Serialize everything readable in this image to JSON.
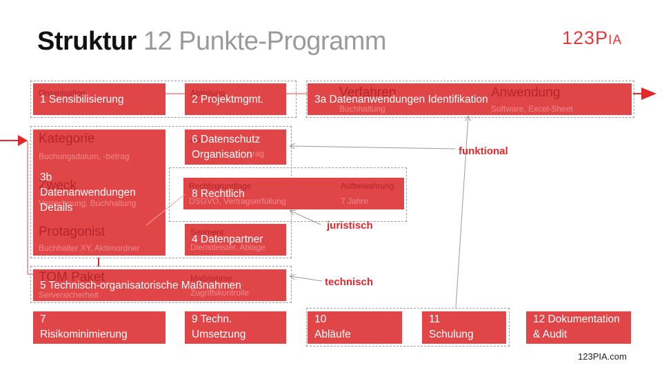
{
  "title": {
    "bold": "Struktur",
    "light": "12 Punkte-Programm"
  },
  "logo": {
    "main": "123P",
    "small": "IA"
  },
  "footer": "123PIA.com",
  "boxes": {
    "b1": "1 Sensibilisierung",
    "b2": "2 Projektmgmt.",
    "b3a": "3a Datenanwendungen Identifikation",
    "b3b": "3b\nDatenanwendungen\nDetails",
    "b6": "6 Datenschutz\nOrganisation",
    "b8": "8 Rechtlich",
    "b4": "4 Datenpartner",
    "b5": "5 Technisch-organisatorische Maßnahmen",
    "b7": "7\nRisikominimierung",
    "b9": "9 Techn.\nUmsetzung",
    "b10": "10\nAbläufe",
    "b11": "11\nSchulung",
    "b12": "12 Dokumentation\n& Audit"
  },
  "background": {
    "organisation": "Organisation",
    "abteilung": "Abteilung",
    "verfahren": "Verfahren",
    "buchhaltung": "Buchhaltung",
    "anwendung": "Anwendung",
    "software": "Software, Excel-Sheet",
    "kategorie": "Kategorie",
    "kategorie_sub": "Buchungsdatum, -betrag",
    "ab": "Ab",
    "ab_sub": "rag",
    "zweck": "Zweck",
    "zweck_sub": "Verrechnung, Buchhaltung",
    "rechtsgrundlage": "Rechtsgrundlage",
    "rechtsgrundlage_sub": "DSGVO, Vertragserfüllung",
    "aufbewahrung": "Aufbewahrung",
    "aufbewahrung_sub": "7 Jahre",
    "protagonist": "Protagonist",
    "protagonist_sub": "Buchhalter XY, Aktenordner",
    "segment": "Segment",
    "segment_sub": "Dienstleister, Ablage",
    "tom": "TOM Paket",
    "tom_sub": "Serversicherheit",
    "massnahme": "Maßnahme",
    "massnahme_sub": "Zugriffskontrolle"
  },
  "tags": {
    "funktional": "funktional",
    "juristisch": "juristisch",
    "technisch": "technisch"
  },
  "colors": {
    "box": "#e04648",
    "accent": "#e0282c",
    "frame": "#9a9aa6",
    "connector": "#aaaaaa"
  }
}
